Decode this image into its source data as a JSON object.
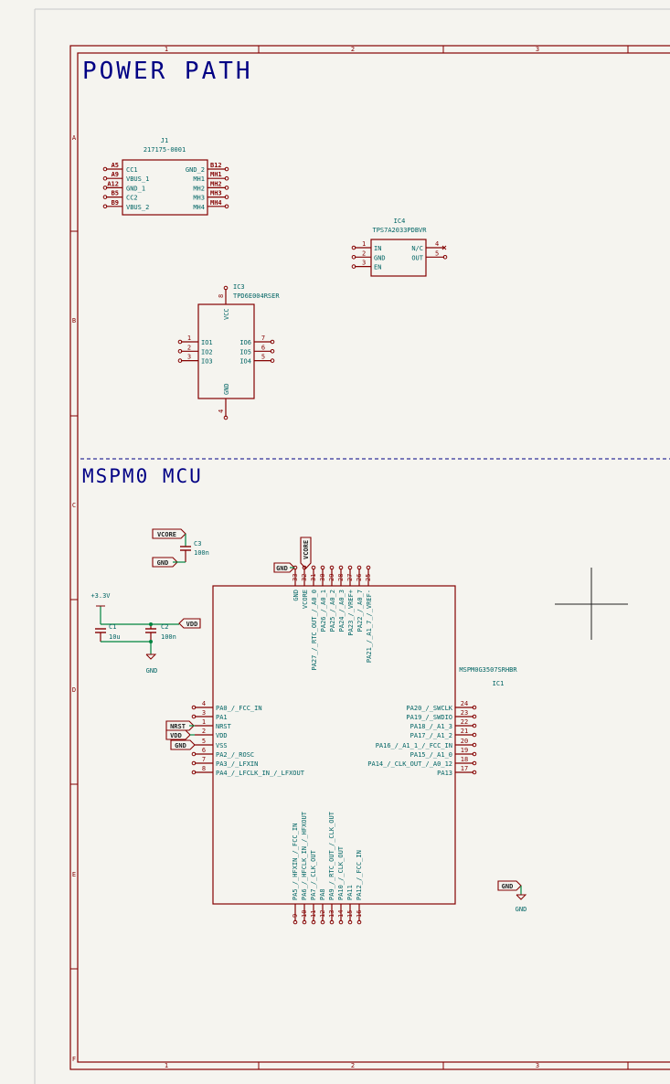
{
  "sheet": {
    "col_labels": [
      "1",
      "2",
      "3"
    ],
    "row_labels": [
      "A",
      "B",
      "C",
      "D",
      "E",
      "F"
    ]
  },
  "colors": {
    "wire": "#00843f",
    "component": "#840000",
    "text_blue": "#000084",
    "teal_text": "#006464",
    "background": "#f5f4ef"
  },
  "sections": {
    "power_path": "POWER PATH",
    "mcu": "MSPM0 MCU"
  },
  "j1": {
    "ref": "J1",
    "value": "217175-0001",
    "left_pins": [
      {
        "num": "A5",
        "name": "CC1"
      },
      {
        "num": "A9",
        "name": "VBUS_1"
      },
      {
        "num": "A12",
        "name": "GND_1"
      },
      {
        "num": "B5",
        "name": "CC2"
      },
      {
        "num": "B9",
        "name": "VBUS_2"
      }
    ],
    "right_pins": [
      {
        "num": "B12",
        "name": "GND_2"
      },
      {
        "num": "MH1",
        "name": "MH1"
      },
      {
        "num": "MH2",
        "name": "MH2"
      },
      {
        "num": "MH3",
        "name": "MH3"
      },
      {
        "num": "MH4",
        "name": "MH4"
      }
    ]
  },
  "ic4": {
    "ref": "IC4",
    "value": "TPS7A2033PDBVR",
    "left_pins": [
      {
        "num": "1",
        "name": "IN"
      },
      {
        "num": "2",
        "name": "GND"
      },
      {
        "num": "3",
        "name": "EN"
      }
    ],
    "right_pins": [
      {
        "num": "4",
        "name": "N/C"
      },
      {
        "num": "5",
        "name": "OUT"
      }
    ]
  },
  "ic3": {
    "ref": "IC3",
    "value": "TPD6E004RSER",
    "top_pin": {
      "num": "8",
      "name": "VCC"
    },
    "bottom_pin": {
      "num": "4",
      "name": "GND"
    },
    "left_pins": [
      {
        "num": "1",
        "name": "IO1"
      },
      {
        "num": "2",
        "name": "IO2"
      },
      {
        "num": "3",
        "name": "IO3"
      }
    ],
    "right_pins": [
      {
        "num": "7",
        "name": "IO6"
      },
      {
        "num": "6",
        "name": "IO5"
      },
      {
        "num": "5",
        "name": "IO4"
      }
    ]
  },
  "c3": {
    "ref": "C3",
    "value": "100n",
    "label_top": "VCORE",
    "label_bottom": "GND"
  },
  "c1": {
    "ref": "C1",
    "value": "10u"
  },
  "c2": {
    "ref": "C2",
    "value": "100n"
  },
  "power": {
    "v33": "+3.3V",
    "gnd": "GND",
    "vdd": "VDD"
  },
  "ic1": {
    "ref": "IC1",
    "value": "MSPM0G3507SRHBR",
    "top_pins": [
      {
        "num": "33",
        "name": "GND"
      },
      {
        "num": "32",
        "name": "VCORE"
      },
      {
        "num": "31",
        "name": "PA27_/_RTC_OUT_/_A0_0"
      },
      {
        "num": "30",
        "name": "PA26_/_A0_1"
      },
      {
        "num": "29",
        "name": "PA25_/_A0_2"
      },
      {
        "num": "28",
        "name": "PA24_/_A0_3"
      },
      {
        "num": "27",
        "name": "PA23_/_VREF+"
      },
      {
        "num": "26",
        "name": "PA22_/_A0_7"
      },
      {
        "num": "25",
        "name": "PA21_/_A1_7_/_VREF-"
      }
    ],
    "left_pins": [
      {
        "num": "4",
        "name": "PA0_/_FCC_IN"
      },
      {
        "num": "3",
        "name": "PA1"
      },
      {
        "num": "1",
        "name": "NRST"
      },
      {
        "num": "2",
        "name": "VDD"
      },
      {
        "num": "5",
        "name": "VSS"
      },
      {
        "num": "6",
        "name": "PA2_/_ROSC"
      },
      {
        "num": "7",
        "name": "PA3_/_LFXIN"
      },
      {
        "num": "8",
        "name": "PA4_/_LFCLK_IN_/_LFXOUT"
      }
    ],
    "right_pins": [
      {
        "num": "24",
        "name": "PA20_/_SWCLK"
      },
      {
        "num": "23",
        "name": "PA19_/_SWDIO"
      },
      {
        "num": "22",
        "name": "PA18_/_A1_3"
      },
      {
        "num": "21",
        "name": "PA17_/_A1_2"
      },
      {
        "num": "20",
        "name": "PA16_/_A1_1_/_FCC_IN"
      },
      {
        "num": "19",
        "name": "PA15_/_A1_0"
      },
      {
        "num": "18",
        "name": "PA14_/_CLK_OUT_/_A0_12"
      },
      {
        "num": "17",
        "name": "PA13"
      }
    ],
    "bottom_pins": [
      {
        "num": "9",
        "name": "PA5_/_HFXIN_/_FCC_IN"
      },
      {
        "num": "10",
        "name": "PA6_/_HFCLK_IN_/_HFXOUT"
      },
      {
        "num": "11",
        "name": "PA7_/_CLK_OUT"
      },
      {
        "num": "12",
        "name": "PA8"
      },
      {
        "num": "13",
        "name": "PA9_/_RTC_OUT_/_CLK_OUT"
      },
      {
        "num": "14",
        "name": "PA10_/_CLK_OUT"
      },
      {
        "num": "15",
        "name": "PA11"
      },
      {
        "num": "16",
        "name": "PA12_/_FCC_IN"
      }
    ]
  },
  "net_labels": {
    "nrst": "NRST",
    "vdd": "VDD",
    "gnd": "GND"
  },
  "free_gnd": {
    "label": "GND",
    "symbol_text": "GND"
  }
}
